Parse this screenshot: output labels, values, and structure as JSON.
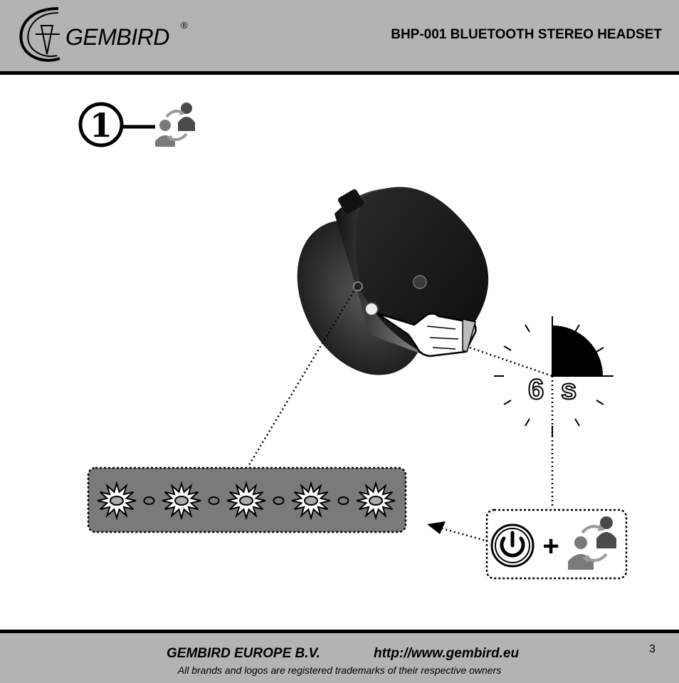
{
  "header": {
    "logo_text": "GEMBIRD",
    "logo_mark": "®",
    "title": "BHP-001 BLUETOOTH STEREO HEADSET"
  },
  "step": {
    "number": "1",
    "icon": "pairing-people-icon"
  },
  "timer": {
    "value": "6",
    "unit": "s"
  },
  "led_pattern": {
    "sequence": [
      "flash",
      "off",
      "flash",
      "off",
      "flash",
      "off",
      "flash",
      "off",
      "flash"
    ]
  },
  "action_box": {
    "plus": "+",
    "icons": [
      "power-button-icon",
      "pairing-people-icon"
    ]
  },
  "footer": {
    "company": "GEMBIRD EUROPE B.V.",
    "url": "http://www.gembird.eu",
    "trademark": "All brands and logos are registered trademarks of their respective owners",
    "page_number": "3"
  }
}
